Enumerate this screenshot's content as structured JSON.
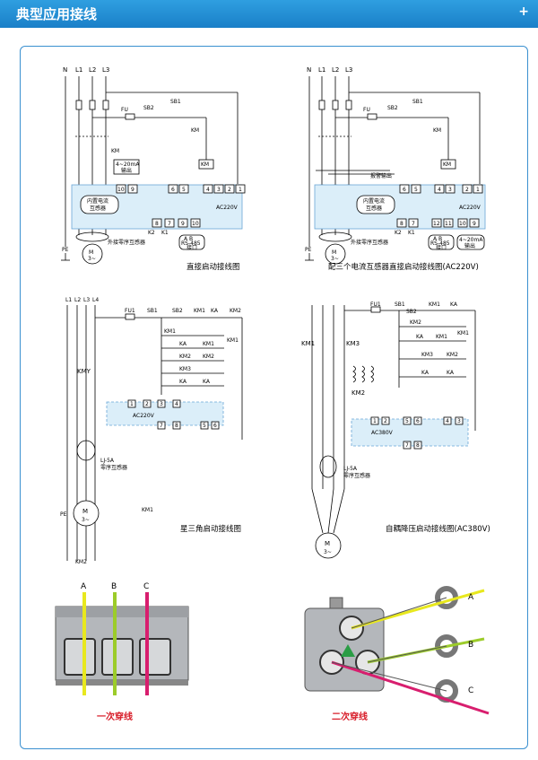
{
  "header": {
    "title": "典型应用接线",
    "plus": "+"
  },
  "d1": {
    "caption": "直接启动接线图",
    "phases": [
      "N",
      "L1",
      "L2",
      "L3"
    ],
    "fu": "FU",
    "sb2": "SB2",
    "sb1": "SB1",
    "km": "KM",
    "out_4_20": "4~20mA",
    "out_label": "输出",
    "ct_line1": "内置电流",
    "ct_line2": "互感器",
    "ac": "AC220V",
    "terms_top": [
      "10",
      "9",
      "6",
      "5",
      "4",
      "3",
      "2",
      "1"
    ],
    "terms_bot": [
      "8",
      "7",
      "9",
      "10"
    ],
    "k2": "K2",
    "k1": "K1",
    "ab": "A  B",
    "rs485": "RS-485",
    "port": "接口",
    "ext_ct": "外接零序互感器",
    "pe": "PE",
    "motor": "M",
    "motor_sub": "3~"
  },
  "d2": {
    "caption": "配三个电流互感器直接启动接线图(AC220V)",
    "phases": [
      "N",
      "L1",
      "L2",
      "L3"
    ],
    "fu": "FU",
    "sb2": "SB2",
    "sb1": "SB1",
    "km": "KM",
    "alarm": "报警输出",
    "ct_line1": "内置电流",
    "ct_line2": "互感器",
    "ac": "AC220V",
    "terms_top": [
      "6",
      "5",
      "4",
      "3",
      "2",
      "1"
    ],
    "terms_bot": [
      "8",
      "7",
      "12",
      "11",
      "10",
      "9"
    ],
    "k2": "K2",
    "k1": "K1",
    "ab": "A  B",
    "rs485": "RS-485",
    "port": "接口",
    "out_4_20": "4~20mA",
    "out_label": "输出",
    "ext_ct": "外接零序互感器",
    "pe": "PE",
    "motor": "M",
    "motor_sub": "3~"
  },
  "d3": {
    "caption": "星三角启动接线图",
    "phases": [
      "L1",
      "L2",
      "L3",
      "L4"
    ],
    "fu": "FU1",
    "sb1": "SB1",
    "sb2": "SB2",
    "km1": "KM1",
    "ka": "KA",
    "km2": "KM2",
    "km3": "KM3",
    "kmy": "KMY",
    "ac": "AC220V",
    "terms_top": [
      "1",
      "2",
      "3",
      "4"
    ],
    "terms_bot": [
      "7",
      "8",
      "5",
      "6"
    ],
    "lj": "LJ-5A",
    "lj_sub": "零序互感器",
    "pe": "PE",
    "motor": "M",
    "motor_sub": "3~"
  },
  "d4": {
    "caption": "自耦降压启动接线图(AC380V)",
    "fu": "FU1",
    "sb1": "SB1",
    "sb2": "SB2",
    "km1": "KM1",
    "ka": "KA",
    "km2": "KM2",
    "km3": "KM3",
    "ac": "AC380V",
    "terms_top": [
      "1",
      "2",
      "5",
      "6",
      "4",
      "3"
    ],
    "terms_bot": [
      "7",
      "8"
    ],
    "lj": "LJ-5A",
    "lj_sub": "零序互感器",
    "motor": "M",
    "motor_sub": "3~"
  },
  "bottom": {
    "left_caption": "一次穿线",
    "right_caption": "二次穿线",
    "left_phases": [
      "A",
      "B",
      "C"
    ],
    "right_phases": [
      "A",
      "B",
      "C"
    ],
    "colors": {
      "a": "#e8e81e",
      "b": "#9ccc2a",
      "c": "#d81e6e"
    }
  }
}
